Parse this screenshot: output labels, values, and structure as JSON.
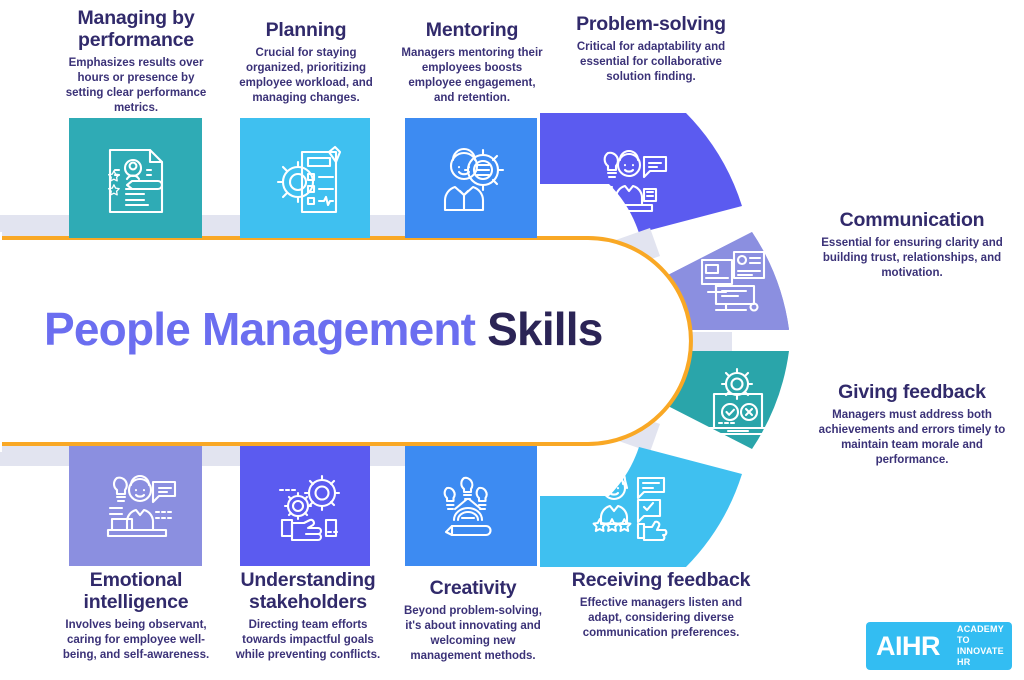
{
  "title": {
    "part1": "People Management",
    "part2": "Skills",
    "part1_color": "#6b6ef0",
    "part2_color": "#2b2456"
  },
  "palette": {
    "teal": "#2fabb5",
    "light_blue": "#3fc0f0",
    "blue": "#3d8bf2",
    "indigo": "#5b5bf0",
    "periwinkle": "#8b8fe0",
    "teal_dark": "#2aa5aa",
    "orange": "#f9a825",
    "lavender_band": "#e2e4f0",
    "navy_text": "#312a6b"
  },
  "center_band": {
    "band_color": "#e2e4f0",
    "outline_color": "#f9a825",
    "fill": "#ffffff"
  },
  "skills_top": [
    {
      "title": "Managing by performance",
      "description": "Emphasizes results over hours or presence by setting clear performance metrics.",
      "color": "#2fabb5",
      "icon": "performance-review-document-icon"
    },
    {
      "title": "Planning",
      "description": "Crucial for staying organized, prioritizing employee workload, and managing changes.",
      "color": "#3fc0f0",
      "icon": "clipboard-gear-planning-icon"
    },
    {
      "title": "Mentoring",
      "description": "Managers mentoring their employees boosts employee engagement, and retention.",
      "color": "#3d8bf2",
      "icon": "person-gear-mentoring-icon"
    },
    {
      "title": "Problem-solving",
      "description": "Critical for adaptability and essential for collaborative solution finding.",
      "color": "#5b5bf0",
      "icon": "lightbulb-person-idea-icon"
    }
  ],
  "skills_right": [
    {
      "title": "Communication",
      "description": "Essential for ensuring clarity and building trust, relationships, and motivation.",
      "color": "#8b8fe0",
      "icon": "monitor-messages-communication-icon"
    },
    {
      "title": "Giving feedback",
      "description": "Managers must address both achievements and errors timely to maintain team morale and performance.",
      "color": "#2aa5aa",
      "icon": "laptop-gear-check-cross-icon"
    }
  ],
  "skills_bottom": [
    {
      "title": "Emotional intelligence",
      "description": "Involves being observant, caring for employee well-being, and self-awareness.",
      "color": "#8b8fe0",
      "icon": "lightbulb-person-desk-icon"
    },
    {
      "title": "Understanding stakeholders",
      "description": "Directing team efforts towards impactful goals while preventing conflicts.",
      "color": "#5b5bf0",
      "icon": "hands-gears-stakeholders-icon"
    },
    {
      "title": "Creativity",
      "description": "Beyond problem-solving, it's about innovating and welcoming new management methods.",
      "color": "#3d8bf2",
      "icon": "pencil-lightbulbs-creativity-icon"
    },
    {
      "title": "Receiving feedback",
      "description": "Effective managers listen and adapt, considering diverse communication preferences.",
      "color": "#3fc0f0",
      "icon": "person-stars-thumbsup-icon"
    }
  ],
  "logo": {
    "mark": "AIHR",
    "tagline_line1": "ACADEMY TO",
    "tagline_line2": "INNOVATE HR",
    "background": "#33bdf2"
  }
}
